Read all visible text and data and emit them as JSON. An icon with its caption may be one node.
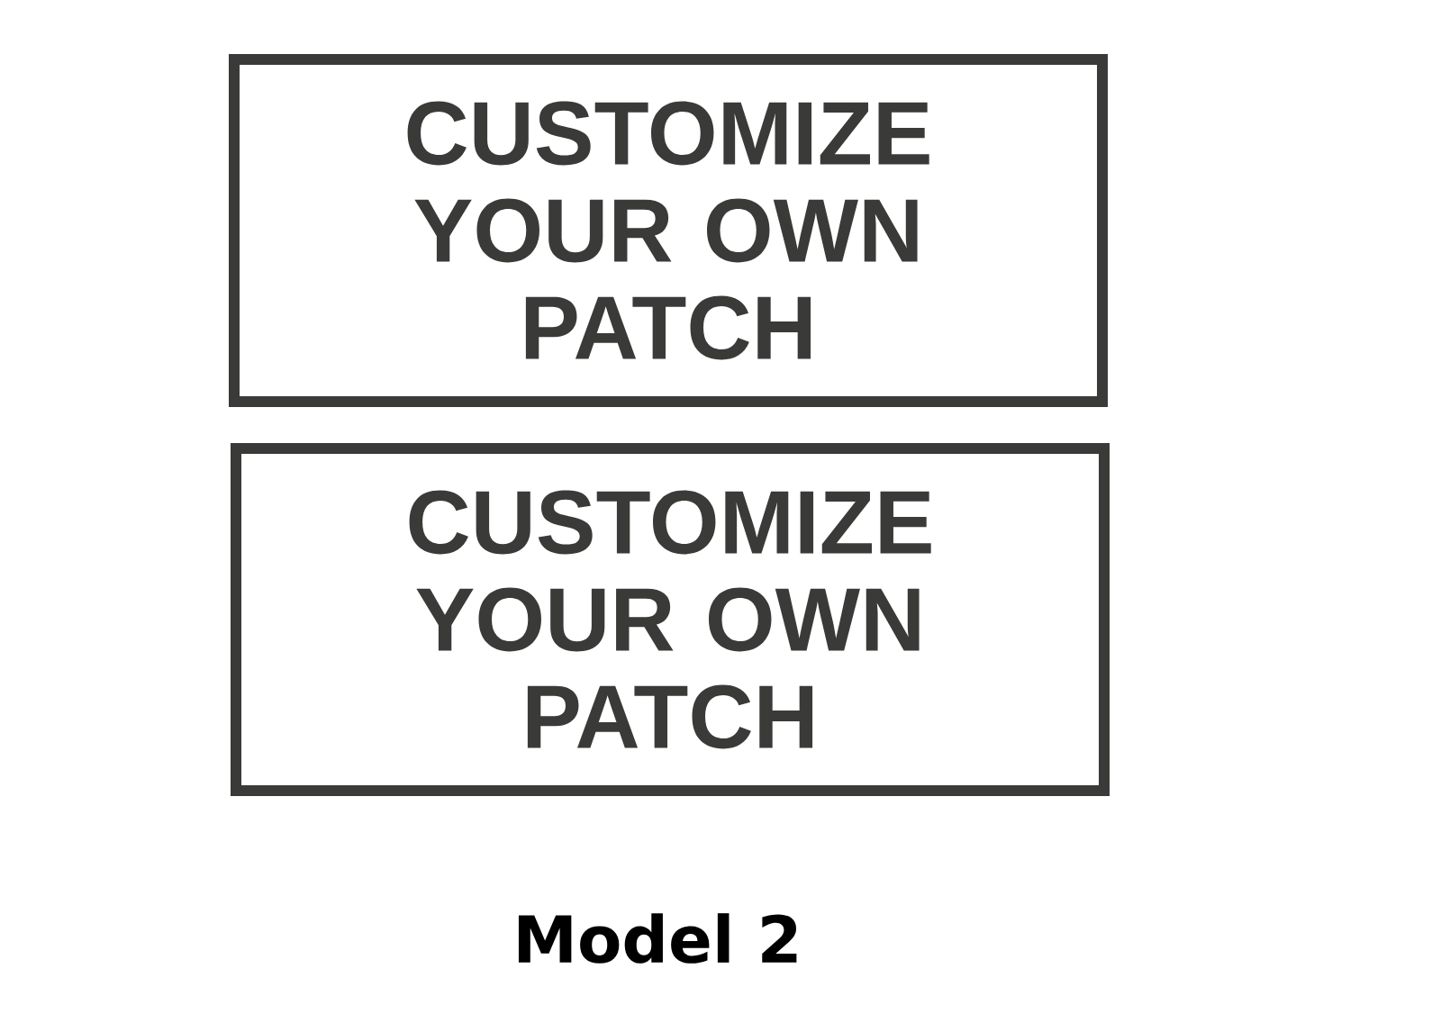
{
  "diagram": {
    "caption": "Model 2",
    "nodes": [
      {
        "text": [
          "CUSTOMIZE YOUR OWN PATCH"
        ]
      },
      {
        "text": [
          "CUSTOMIZE YOUR OWN PATCH"
        ]
      }
    ]
  }
}
